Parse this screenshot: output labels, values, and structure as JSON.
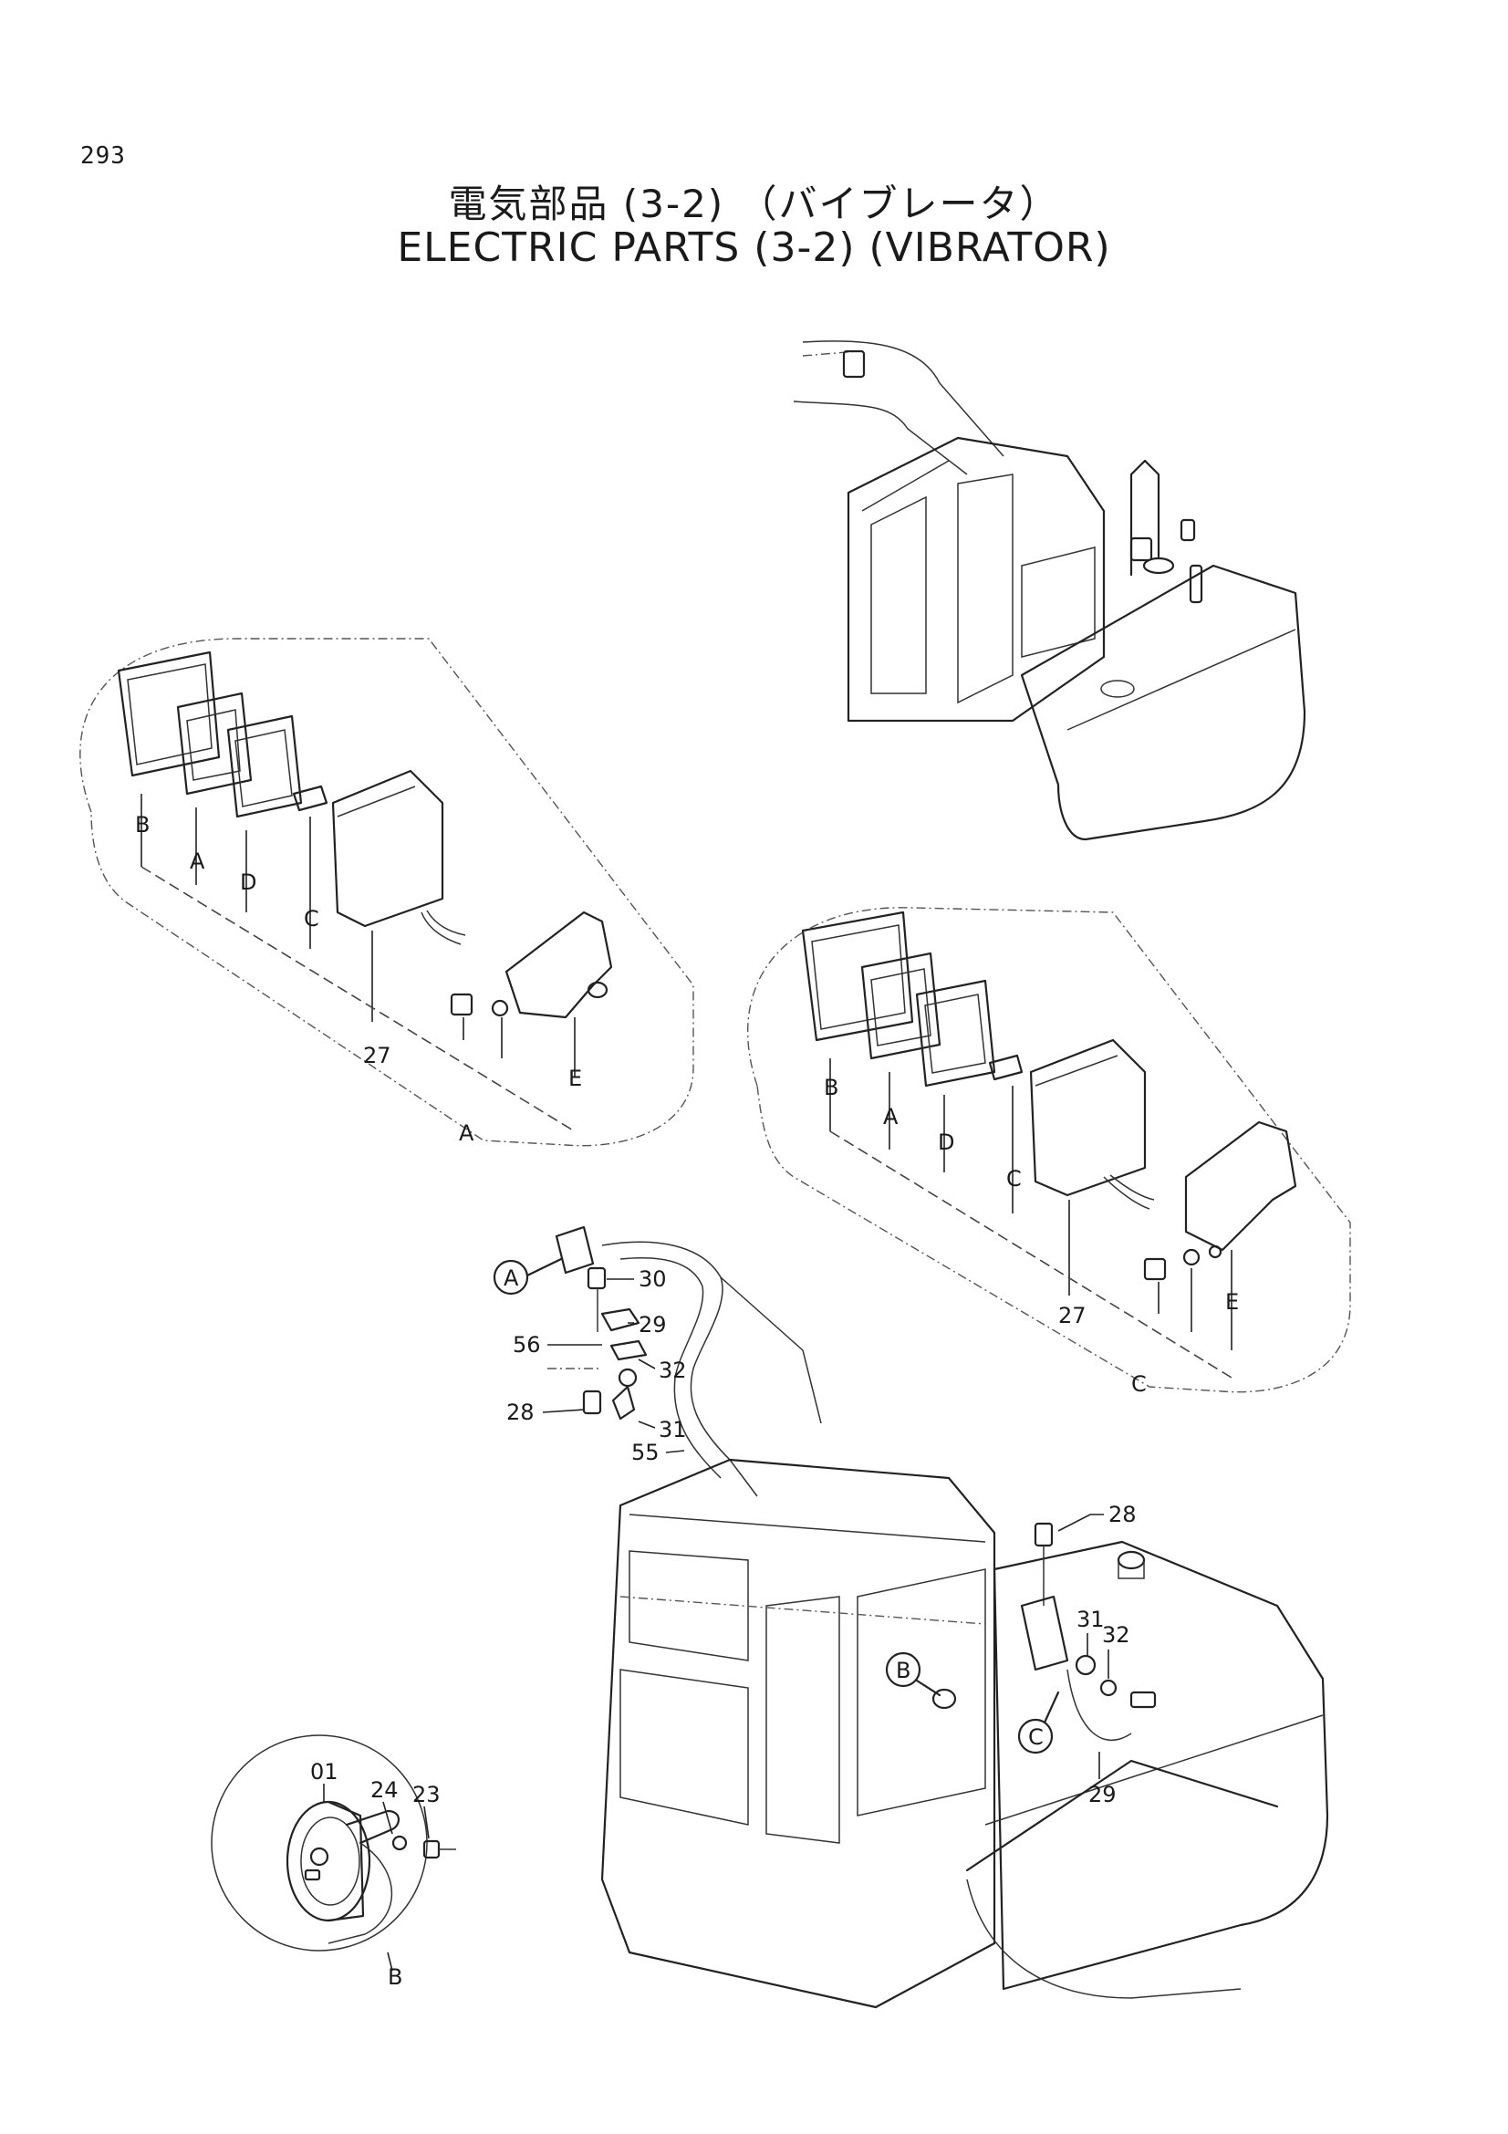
{
  "page": {
    "number": "293",
    "title_jp": "電気部品 (3-2) （バイブレータ）",
    "title_en": "ELECTRIC PARTS (3-2) (VIBRATOR)"
  },
  "callouts": {
    "detail_a": {
      "letters": [
        "B",
        "A",
        "D",
        "C",
        "E"
      ],
      "part": "27",
      "name": "A"
    },
    "detail_c": {
      "letters": [
        "B",
        "A",
        "D",
        "C",
        "E"
      ],
      "part": "27",
      "name": "C"
    },
    "mount_assembly": {
      "circle_a": "A",
      "parts": [
        "30",
        "29",
        "56",
        "32",
        "28",
        "31",
        "55"
      ]
    },
    "machine_main": {
      "circle_b": "B",
      "circle_c": "C",
      "parts": [
        "28",
        "31",
        "32",
        "29"
      ]
    },
    "detail_b": {
      "parts": [
        "01",
        "24",
        "23"
      ],
      "name": "B"
    }
  }
}
